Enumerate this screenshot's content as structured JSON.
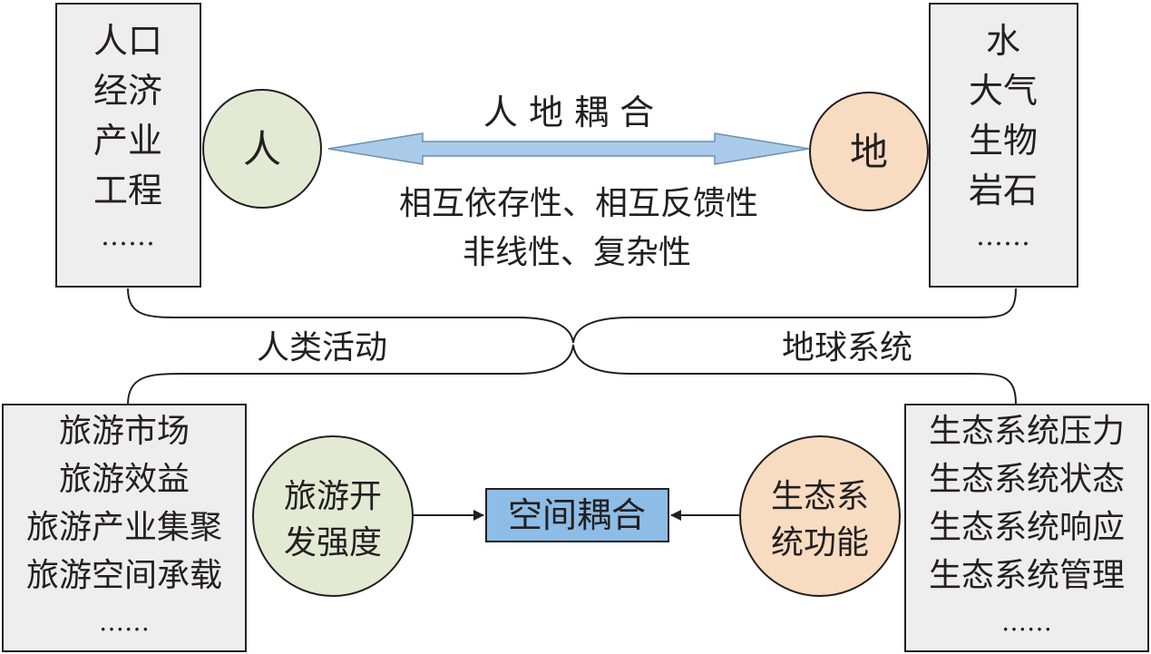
{
  "top": {
    "left_box": [
      "人口",
      "经济",
      "产业",
      "工程",
      "……"
    ],
    "right_box": [
      "水",
      "大气",
      "生物",
      "岩石",
      "……"
    ],
    "left_circle": "人",
    "right_circle": "地",
    "arrow_title": "人 地 耦 合",
    "props_line1": "相互依存性、相互反馈性",
    "props_line2": "非线性、复杂性"
  },
  "brace": {
    "left_label": "人类活动",
    "right_label": "地球系统"
  },
  "bottom": {
    "left_box": [
      "旅游市场",
      "旅游效益",
      "旅游产业集聚",
      "旅游空间承载",
      "……"
    ],
    "right_box": [
      "生态系统压力",
      "生态系统状态",
      "生态系统响应",
      "生态系统管理",
      "……"
    ],
    "left_circle": [
      "旅游开",
      "发强度"
    ],
    "right_circle": [
      "生态系",
      "统功能"
    ],
    "center_box": "空间耦合"
  },
  "colors": {
    "box_fill": "#eeeeee",
    "box_stroke": "#231f20",
    "human_circle": "#e3ead4",
    "earth_circle": "#f7dcc1",
    "tourism_circle": "#e3ead4",
    "eco_circle": "#f7dcc1",
    "coupling_arrow": "#a9cbe9",
    "coupling_box": "#8dbde6"
  }
}
